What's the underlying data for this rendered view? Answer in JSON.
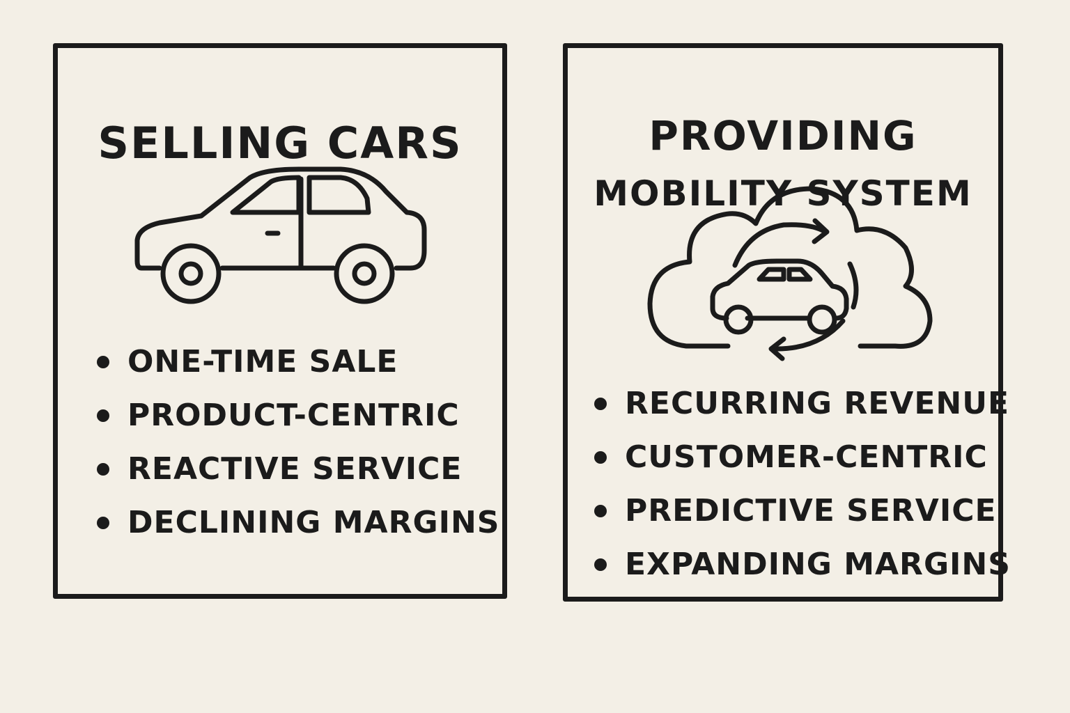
{
  "left_panel": {
    "title": "SELLING CARS",
    "icon": "car-icon",
    "bullets": [
      "ONE-TIME SALE",
      "PRODUCT-CENTRIC",
      "REACTIVE SERVICE",
      "DECLINING MARGINS"
    ]
  },
  "right_panel": {
    "title_line1": "PROVIDING",
    "title_line2": "MOBILITY SYSTEM",
    "icon": "cloud-car-cycle-icon",
    "bullets": [
      "RECURRING REVENUE",
      "CUSTOMER-CENTRIC",
      "PREDICTIVE SERVICE",
      "EXPANDING MARGINS"
    ]
  },
  "colors": {
    "background": "#f3efe6",
    "ink": "#1b1b1b"
  }
}
